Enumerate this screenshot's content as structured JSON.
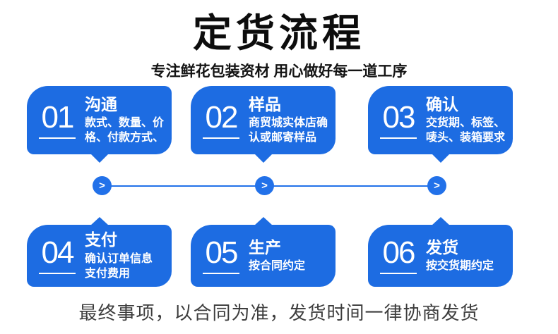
{
  "page": {
    "title": "定货流程",
    "subtitle": "专注鲜花包装资材 用心做好每一道工序",
    "footer_note": "最终事项，以合同为准，发货时间一律协商发货"
  },
  "colors": {
    "box_blue": "#1d6ce2",
    "accent_blue": "#2271e9",
    "text_white": "#ffffff",
    "heading_black": "#0d0d0d",
    "footer_gray": "#3d3d3d"
  },
  "connector": {
    "chevron": ">"
  },
  "steps": [
    {
      "number": "01",
      "title": "沟通",
      "desc": "款式、数量、价格、付款方式、"
    },
    {
      "number": "02",
      "title": "样品",
      "desc": "商贸城实体店确认或邮寄样品"
    },
    {
      "number": "03",
      "title": "确认",
      "desc": "交货期、标签、唛头、装箱要求"
    },
    {
      "number": "04",
      "title": "支付",
      "desc": "确认订单信息 支付费用"
    },
    {
      "number": "05",
      "title": "生产",
      "desc": "按合同约定"
    },
    {
      "number": "06",
      "title": "发货",
      "desc": "按交货期约定"
    }
  ]
}
